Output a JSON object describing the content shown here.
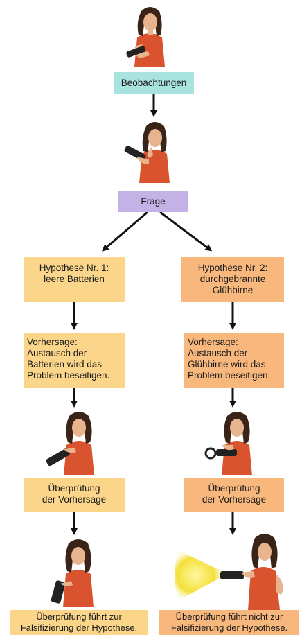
{
  "colors": {
    "observation": "#a9e3df",
    "question": "#c2b2e6",
    "left_branch": "#fbd68a",
    "right_branch": "#f8b87d",
    "arrow": "#111111"
  },
  "observation": {
    "label": "Beobachtungen"
  },
  "question": {
    "label": "Frage"
  },
  "left": {
    "hypothesis": [
      "Hypothese Nr. 1:",
      "leere Batterien"
    ],
    "prediction": [
      "Vorhersage:",
      "Austausch der",
      "Batterien wird das",
      "Problem beseitigen."
    ],
    "test": [
      "Überprüfung",
      "der Vorhersage"
    ],
    "result": [
      "Überprüfung führt zur",
      "Falsifizierung der Hypothese."
    ]
  },
  "right": {
    "hypothesis": [
      "Hypothese Nr. 2:",
      "durchgebrannte",
      "Glühbirne"
    ],
    "prediction": [
      "Vorhersage:",
      "Austausch der",
      "Glühbirne wird das",
      "Problem beseitigen."
    ],
    "test": [
      "Überprüfung",
      "der Vorhersage"
    ],
    "result": [
      "Überprüfung führt nicht zur",
      "Falsifizierung der Hypothese."
    ]
  },
  "icons": {
    "person": "woman-with-flashlight-icon",
    "light": "light-beam-icon"
  }
}
